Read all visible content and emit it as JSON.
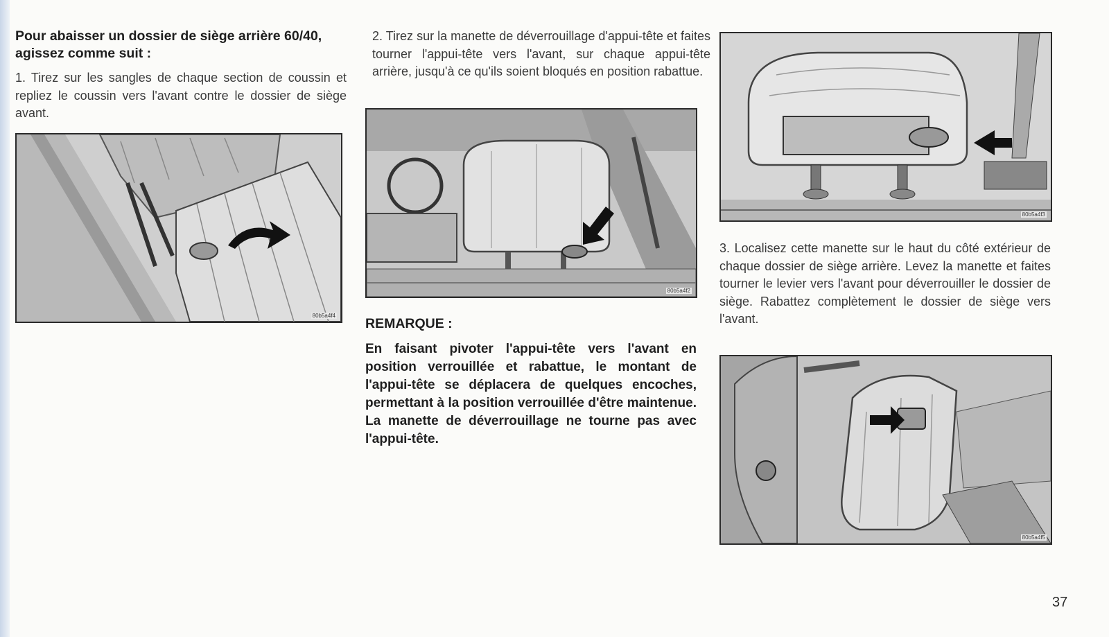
{
  "section_heading": "Pour abaisser un dossier de siège arrière 60/40, agissez comme suit :",
  "steps": [
    {
      "text": "1. Tirez sur les sangles de chaque section de coussin et repliez le coussin vers l'avant contre le dossier de siège avant."
    },
    {
      "text": "2. Tirez sur la manette de déverrouillage d'appui-tête et faites tourner l'appui-tête vers l'avant, sur chaque appui-tête arrière, jusqu'à ce qu'ils soient bloqués en position rabattue."
    },
    {
      "text": "3. Localisez cette manette sur le haut du côté extérieur de chaque dossier de siège arrière. Levez la manette et faites tourner le levier vers l'avant pour déverrouiller le dossier de siège. Rabattez complètement le dossier de siège vers l'avant."
    }
  ],
  "note": {
    "label": "REMARQUE :",
    "text": "En faisant pivoter l'appui-tête vers l'avant en position verrouillée et rabattue, le montant de l'appui-tête se déplacera de quelques encoches, permettant à la position verrouillée d'être maintenue. La manette de déverrouillage ne tourne pas avec l'appui-tête."
  },
  "figures": {
    "fig1": {
      "code": "80b5a4f4",
      "icon": "seat-cushion-illustration"
    },
    "fig2": {
      "code": "80b5a4f2",
      "icon": "headrest-release-illustration"
    },
    "fig3": {
      "code": "80b5a4f3",
      "icon": "headrest-closeup-illustration"
    },
    "fig4": {
      "code": "80b5a4f5",
      "icon": "seatback-lever-illustration"
    }
  },
  "page_number": "37"
}
